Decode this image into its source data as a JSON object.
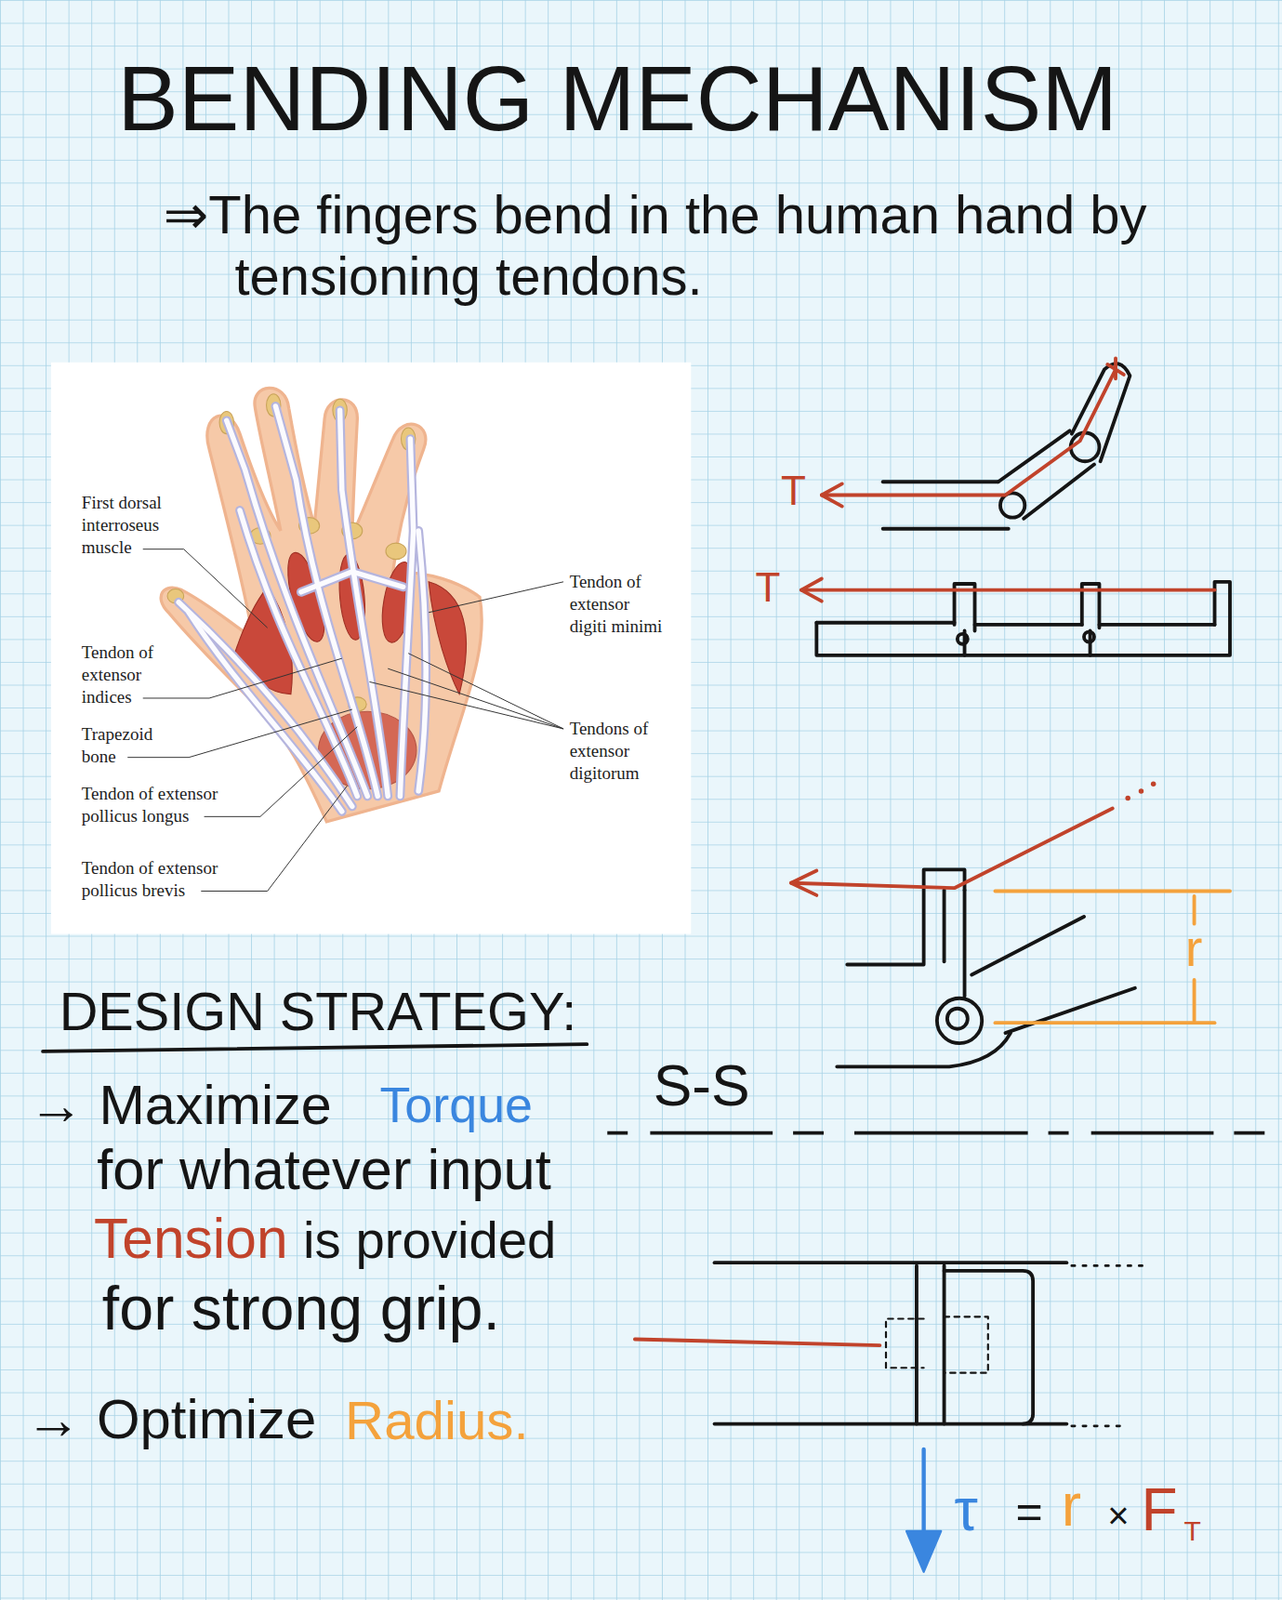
{
  "diagram": {
    "title": "BENDING MECHANISM",
    "labels": [
      "⇒The fingers bend in the human hand by tensioning tendons.",
      "First dorsal interroseus muscle",
      "Tendon of extensor indices",
      "Trapezoid bone",
      "Tendon of extensor pollicus longus",
      "Tendon of extensor pollicus brevis",
      "Tendon of extensor digiti minimi",
      "Tendons of extensor digitorum",
      "T",
      "T",
      "r",
      "DESIGN STRATEGY:",
      "→ Maximize",
      "Torque",
      "for whatever input",
      "Tension",
      "is provided",
      "for strong grip.",
      "S-S",
      "→ Optimize",
      "Radius.",
      "τ",
      "=",
      "r",
      "×",
      "F",
      "T"
    ]
  }
}
